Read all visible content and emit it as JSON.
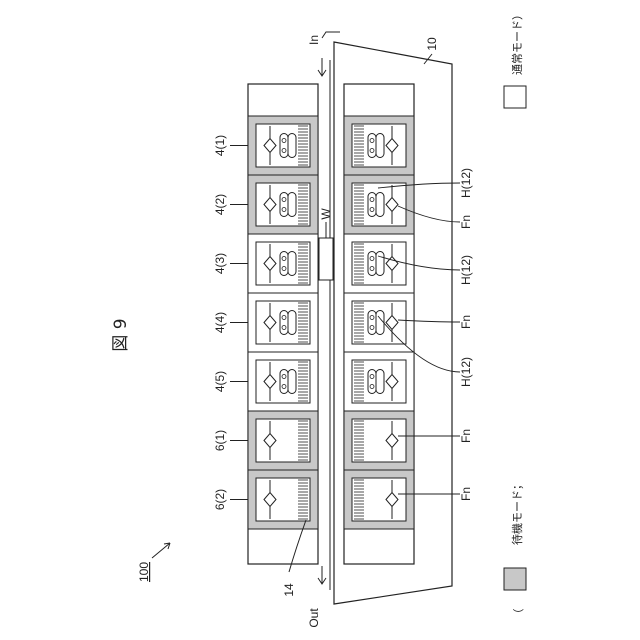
{
  "figure": {
    "title": "図 9",
    "system_ref": "100",
    "housing_ref": "10",
    "inlet_label": "In",
    "outlet_label": "Out",
    "workpiece_label": "W",
    "conveyor_ref": "14"
  },
  "legend": {
    "open_paren": "（",
    "standby_label": "待機モード；",
    "normal_label": "通常モード）",
    "standby_color": "#c8c8c8",
    "normal_color": "#ffffff"
  },
  "left_row": [
    {
      "label": "4(1)",
      "mode": "standby",
      "heater": true
    },
    {
      "label": "4(2)",
      "mode": "standby",
      "heater": true
    },
    {
      "label": "4(3)",
      "mode": "normal",
      "heater": true
    },
    {
      "label": "4(4)",
      "mode": "normal",
      "heater": true
    },
    {
      "label": "4(5)",
      "mode": "normal",
      "heater": true
    },
    {
      "label": "6(1)",
      "mode": "standby",
      "heater": false
    },
    {
      "label": "6(2)",
      "mode": "standby",
      "heater": false
    }
  ],
  "right_row": [
    {
      "mode": "standby",
      "heater": true
    },
    {
      "mode": "standby",
      "heater": true
    },
    {
      "mode": "normal",
      "heater": true
    },
    {
      "mode": "normal",
      "heater": true
    },
    {
      "mode": "normal",
      "heater": true
    },
    {
      "mode": "standby",
      "heater": false
    },
    {
      "mode": "standby",
      "heater": false
    }
  ],
  "callouts": [
    {
      "text": "H(12)"
    },
    {
      "text": "Fn"
    },
    {
      "text": "H(12)"
    },
    {
      "text": "Fn"
    },
    {
      "text": "H(12)"
    },
    {
      "text": "Fn"
    },
    {
      "text": "Fn"
    }
  ]
}
